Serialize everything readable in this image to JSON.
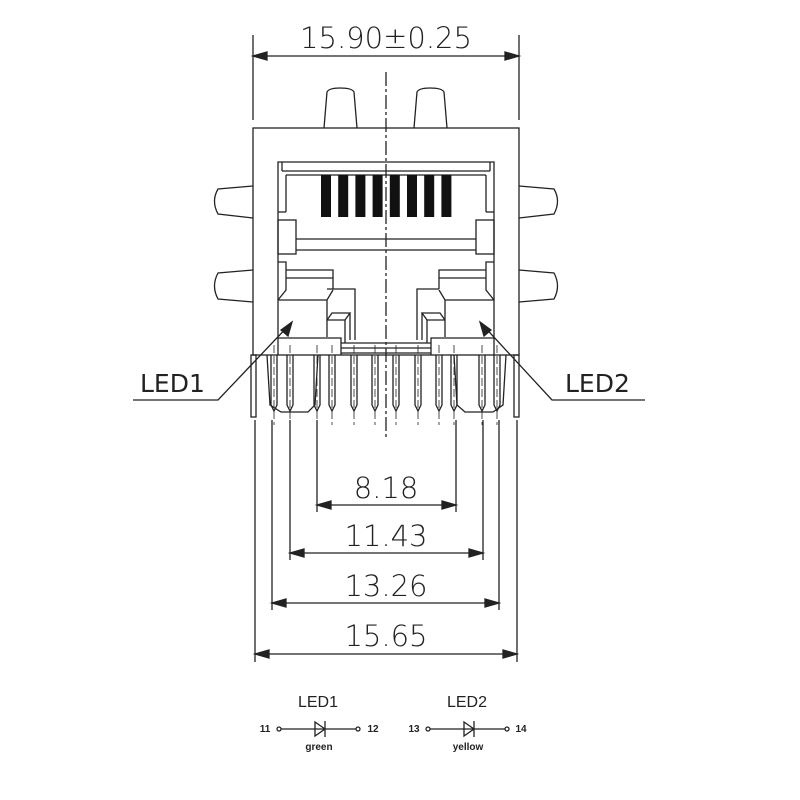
{
  "dimensions": {
    "overall_width": "15.90±0.25",
    "d1": "8.18",
    "d2": "11.43",
    "d3": "13.26",
    "d4": "15.65"
  },
  "labels": {
    "led1": "LED1",
    "led2": "LED2"
  },
  "schematic": {
    "led1": {
      "title": "LED1",
      "pin_a": "11",
      "pin_b": "12",
      "color": "green"
    },
    "led2": {
      "title": "LED2",
      "pin_a": "13",
      "pin_b": "14",
      "color": "yellow"
    }
  }
}
